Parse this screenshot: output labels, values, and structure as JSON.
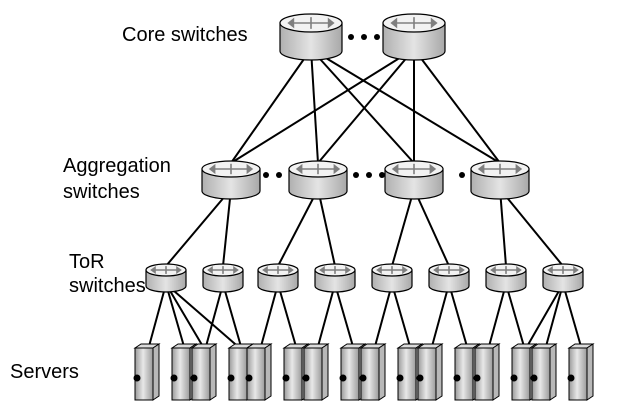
{
  "tiers": {
    "core": {
      "label": "Core switches"
    },
    "aggregation": {
      "label_line1": "Aggregation",
      "label_line2": "switches"
    },
    "tor": {
      "label_line1": "ToR",
      "label_line2": "switches"
    },
    "servers": {
      "label": "Servers"
    }
  },
  "counts": {
    "core": 2,
    "aggregation": 4,
    "tor": 8,
    "servers": 16
  },
  "colors": {
    "switch_top": "#f2f2f2",
    "switch_side": "#c4c4c4",
    "arrow": "#7f7f7f",
    "line": "#000000",
    "server_light": "#e8e8e8",
    "server_dark": "#9a9a9a"
  },
  "icons": {
    "switch": "router-icon",
    "server": "server-rack-icon",
    "ellipsis": "ellipsis-dots-icon"
  }
}
